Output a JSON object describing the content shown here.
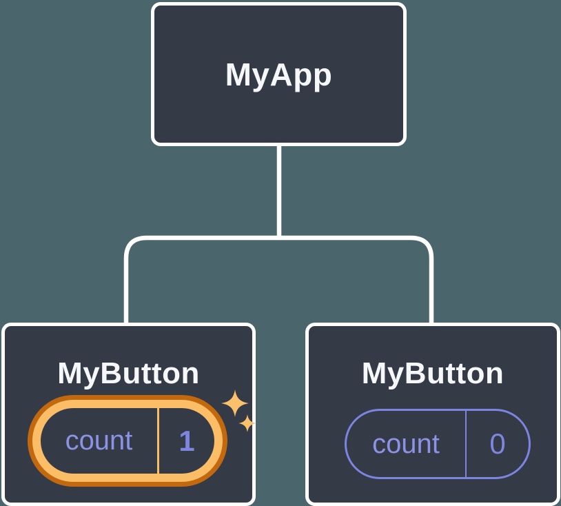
{
  "diagram": {
    "title": "react-component-tree-state-diagram",
    "colors": {
      "background": "#4B656D",
      "node_fill": "#343A46",
      "node_border": "#FFFFFF",
      "connector": "#FFFFFF",
      "label_text": "#F6F7F9",
      "state_text_purple": "#8C93E6",
      "state_value_purple": "#7E86E0",
      "pill_border_purple": "#7D85E2",
      "highlight_orange_dark": "#C2690F",
      "highlight_orange_light": "#FBBE67"
    },
    "root": {
      "label": "MyApp"
    },
    "children": [
      {
        "label": "MyButton",
        "state": {
          "key": "count",
          "value": "1"
        },
        "highlighted": true
      },
      {
        "label": "MyButton",
        "state": {
          "key": "count",
          "value": "0"
        },
        "highlighted": false
      }
    ]
  }
}
